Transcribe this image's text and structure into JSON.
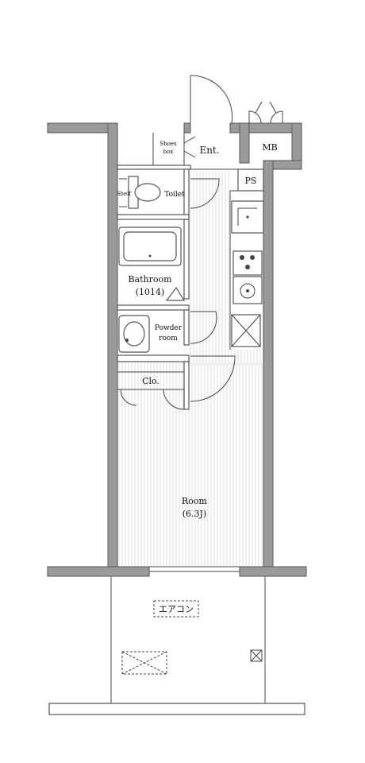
{
  "labels": {
    "shoes_box_line1": "Shoes",
    "shoes_box_line2": "box",
    "ent": "Ent.",
    "mb": "MB",
    "ps": "PS",
    "shelf": "Shelf",
    "toilet": "Toilet",
    "bathroom_line1": "Bathroom",
    "bathroom_line2": "(1014)",
    "powder_line1": "Powder",
    "powder_line2": "room",
    "clo": "Clo.",
    "room_line1": "Room",
    "room_line2": "(6.3J)",
    "aircon": "エアコン"
  },
  "colors": {
    "wall": "#9a9a9a",
    "wall_edge": "#555555",
    "line": "#444444"
  },
  "icons": [
    "door-swing-icon",
    "toilet-icon",
    "bathtub-icon",
    "washbasin-icon",
    "stove-icon",
    "sink-icon",
    "fridge-space-icon",
    "washer-space-icon",
    "outdoor-unit-icon"
  ]
}
